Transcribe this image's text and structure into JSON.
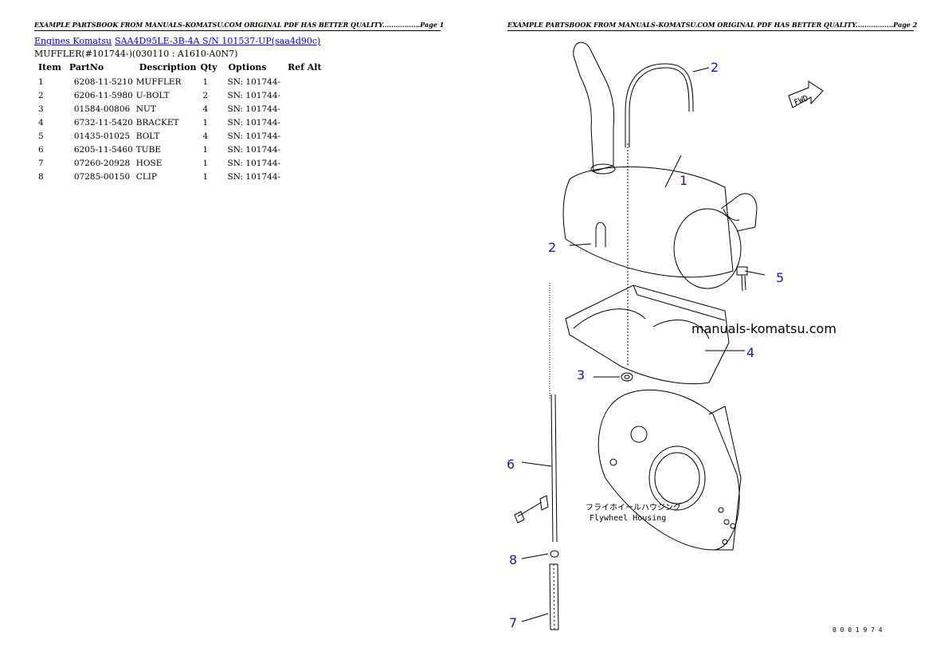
{
  "header": {
    "page1": "EXAMPLE PARTSBOOK FROM MANUALS-KOMATSU.COM ORIGINAL PDF HAS BETTER QUALITY.................Page 1",
    "page2": "EXAMPLE PARTSBOOK FROM MANUALS-KOMATSU.COM ORIGINAL PDF HAS BETTER QUALITY.................Page 2"
  },
  "breadcrumb": {
    "link1": "Engines Komatsu",
    "link2": "SAA4D95LE-3B-4A S/N 101537-UP(saa4d90c)"
  },
  "subtitle": "MUFFLER(#101744-)(030110 : A1610-A0N7)",
  "table": {
    "headers": [
      "Item",
      "PartNo",
      "Description",
      "Qty",
      "Options",
      "Ref Alt"
    ],
    "rows": [
      [
        "1",
        "6208-11-5210",
        "MUFFLER",
        "1",
        "SN: 101744-",
        ""
      ],
      [
        "2",
        "6206-11-5980",
        "U-BOLT",
        "2",
        "SN: 101744-",
        ""
      ],
      [
        "3",
        "01584-00806",
        "NUT",
        "4",
        "SN: 101744-",
        ""
      ],
      [
        "4",
        "6732-11-5420",
        "BRACKET",
        "1",
        "SN: 101744-",
        ""
      ],
      [
        "5",
        "01435-01025",
        "BOLT",
        "4",
        "SN: 101744-",
        ""
      ],
      [
        "6",
        "6205-11-5460",
        "TUBE",
        "1",
        "SN: 101744-",
        ""
      ],
      [
        "7",
        "07260-20928",
        "HOSE",
        "1",
        "SN: 101744-",
        ""
      ],
      [
        "8",
        "07285-00150",
        "CLIP",
        "1",
        "SN: 101744-",
        ""
      ]
    ]
  },
  "drawing": {
    "callouts": [
      "1",
      "2",
      "2",
      "3",
      "4",
      "5",
      "6",
      "7",
      "8"
    ],
    "watermark": "manuals-komatsu.com",
    "fwd_label": "FWD",
    "housing_jp": "フライホイールハウジング",
    "housing_en": "Flywheel Housing",
    "drawing_code": "0 0 0 1 9 7 4"
  }
}
